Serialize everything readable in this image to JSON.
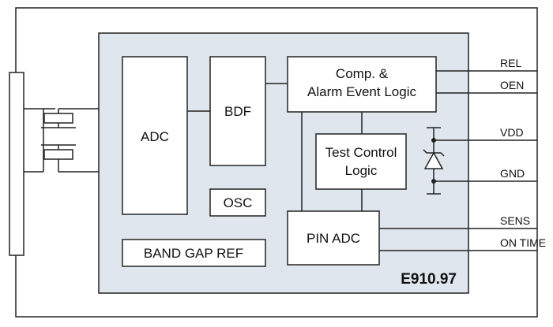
{
  "blocks": {
    "adc": "ADC",
    "bdf": "BDF",
    "osc": "OSC",
    "band_gap": "BAND GAP REF",
    "comp_line1": "Comp. &",
    "comp_line2": "Alarm Event Logic",
    "test_line1": "Test Control",
    "test_line2": "Logic",
    "pin_adc": "PIN ADC"
  },
  "chip_name": "E910.97",
  "pins": {
    "rel": "REL",
    "oen": "OEN",
    "vdd": "VDD",
    "gnd": "GND",
    "sens": "SENS",
    "on_time": "ON TIME"
  },
  "colors": {
    "chip_fill": "#dfe6ed",
    "line": "#222222"
  }
}
